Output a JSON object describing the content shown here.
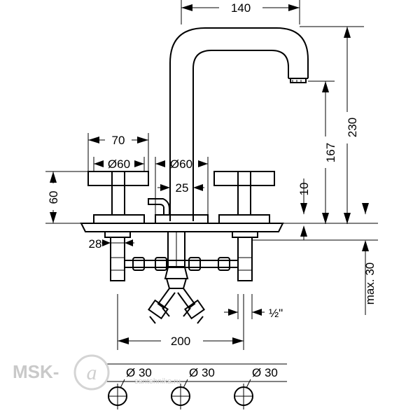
{
  "dimensions": {
    "spout_reach": "140",
    "height_total": "230",
    "height_outlet": "167",
    "handle_width": "70",
    "handle_diam_left": "Ø60",
    "handle_diam_center": "Ø60",
    "pop_up": "25",
    "handle_height": "60",
    "deck_gap": "10",
    "shank_offset": "28",
    "deck_thickness": "max. 30",
    "thread": "½\"",
    "center_spacing": "200",
    "hole_left": "Ø 30",
    "hole_center": "Ø 30",
    "hole_right": "Ø 30"
  },
  "watermark": {
    "brand": "MSK-",
    "domain": "santehnika.ru"
  }
}
